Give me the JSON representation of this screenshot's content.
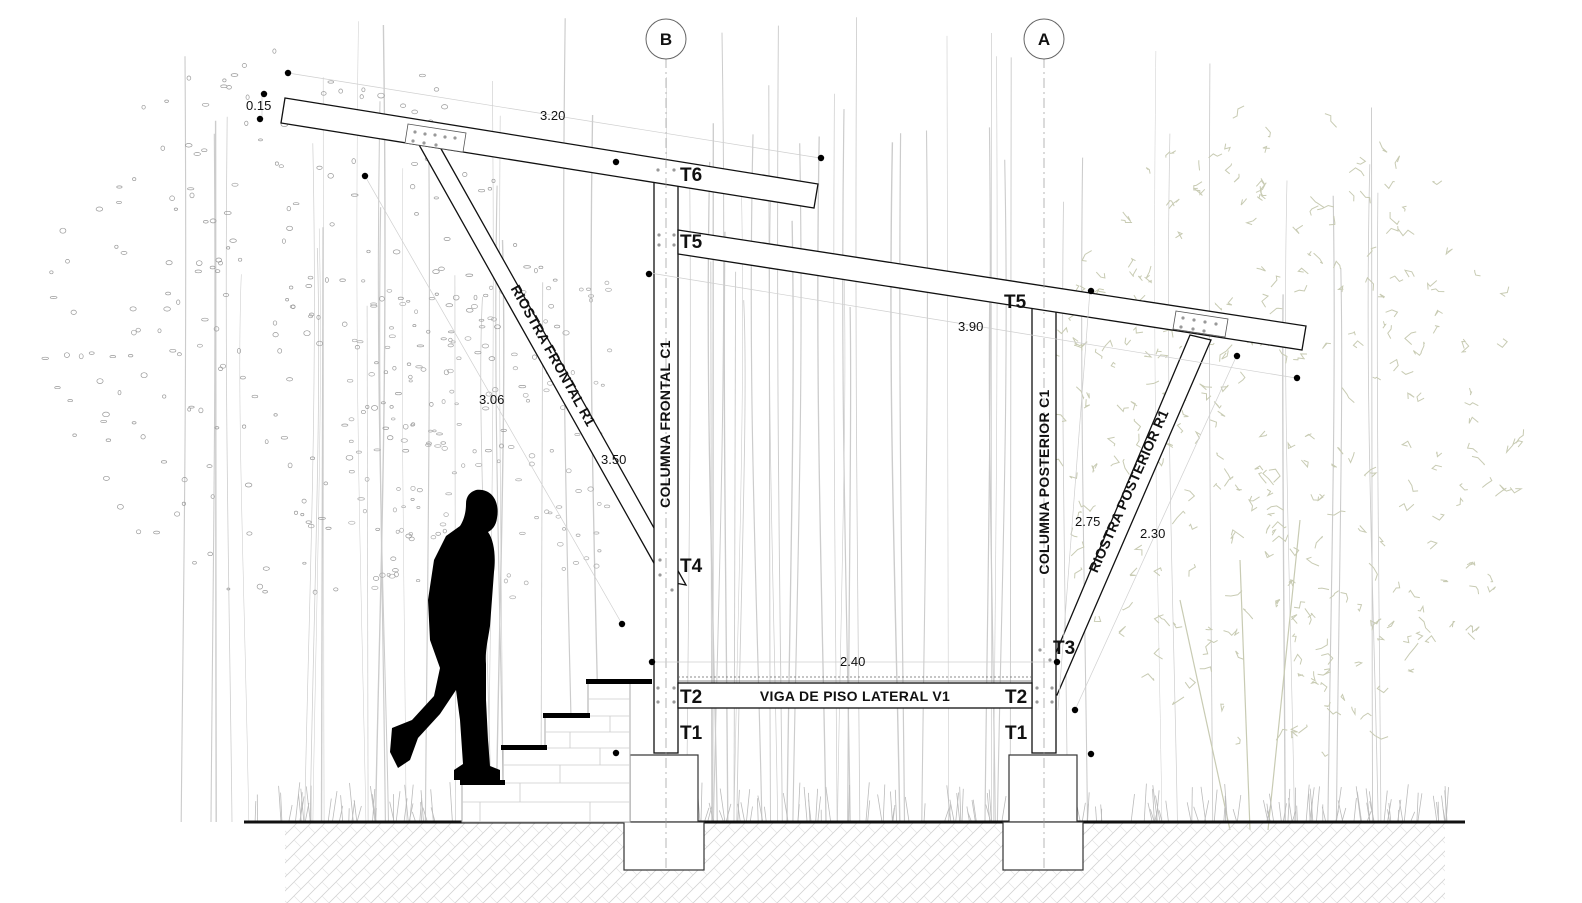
{
  "grid_axes": {
    "b": "B",
    "a": "A"
  },
  "dimensions": {
    "beam_depth": "0.15",
    "roof_front_length": "3.20",
    "roof_main_length": "3.90",
    "brace_front_vertical": "3.06",
    "brace_front_length": "3.50",
    "brace_rear_vertical": "2.75",
    "brace_rear_length": "2.30",
    "floor_span": "2.40"
  },
  "members": {
    "front_brace": "RIOSTRA FRONTAL R1",
    "front_column": "COLUMNA FRONTAL C1",
    "rear_column": "COLUMNA POSTERIOR C1",
    "rear_brace": "RIOSTRA POSTERIOR R1",
    "floor_beam": "VIGA DE PISO LATERAL V1"
  },
  "joints": {
    "t6": "T6",
    "t5_front": "T5",
    "t5_rear": "T5",
    "t4": "T4",
    "t3": "T3",
    "t2_front": "T2",
    "t2_rear": "T2",
    "t1_front": "T1",
    "t1_rear": "T1"
  },
  "colors": {
    "line": "#111111",
    "tree_light": "#c9c9c9",
    "tree_green": "#c8cbb3",
    "hatch": "#cfcfcf",
    "figure": "#000000"
  }
}
